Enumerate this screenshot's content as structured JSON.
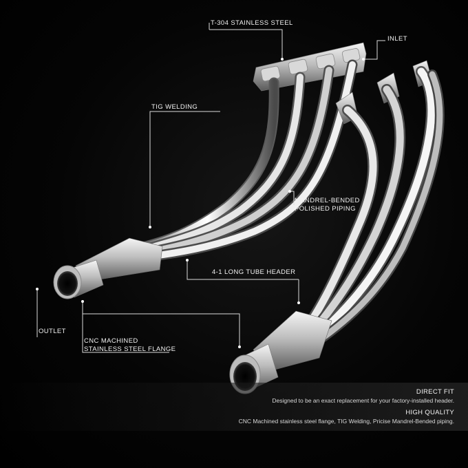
{
  "callouts": {
    "steel": "T-304 STAINLESS STEEL",
    "inlet": "INLET",
    "tig": "TIG WELDING",
    "mandrel_1": "MANDREL-BENDED",
    "mandrel_2": "POLISHED PIPING",
    "header": "4-1 LONG TUBE HEADER",
    "outlet": "OUTLET",
    "flange_1": "CNC MACHINED",
    "flange_2": "STAINLESS STEEL FLANGE"
  },
  "features": [
    {
      "title": "DIRECT FIT",
      "desc": "Designed to be an exact replacement for your factory-installed header."
    },
    {
      "title": "HIGH QUALITY",
      "desc": "CNC Machined stainless steel flange, TIG Welding, Pricise Mandrel-Bended piping."
    }
  ],
  "colors": {
    "background": "#000000",
    "chrome_light": "#f4f4f4",
    "chrome_dark": "#6a6a6a",
    "callout_line": "#dcdcdc"
  }
}
